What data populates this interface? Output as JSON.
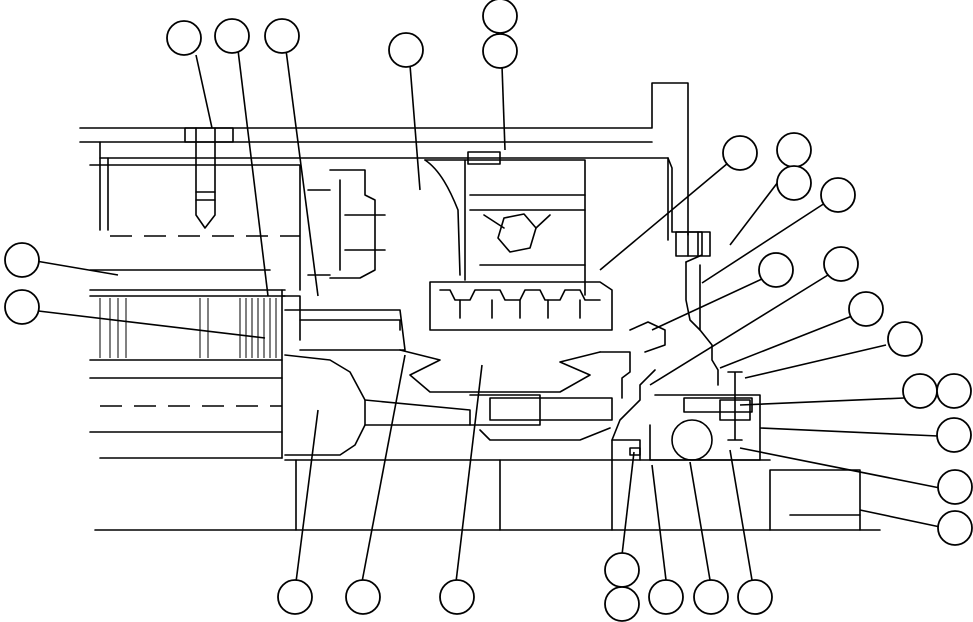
{
  "diagram": {
    "callouts": [
      {
        "id": "c1",
        "label": ""
      },
      {
        "id": "c2",
        "label": ""
      },
      {
        "id": "c3",
        "label": ""
      },
      {
        "id": "c4",
        "label": ""
      },
      {
        "id": "c5",
        "label": ""
      },
      {
        "id": "c6",
        "label": ""
      },
      {
        "id": "c7",
        "label": ""
      },
      {
        "id": "c8",
        "label": ""
      },
      {
        "id": "c9",
        "label": ""
      },
      {
        "id": "c10",
        "label": ""
      },
      {
        "id": "c11",
        "label": ""
      },
      {
        "id": "c12",
        "label": ""
      },
      {
        "id": "c13",
        "label": ""
      },
      {
        "id": "c14",
        "label": ""
      },
      {
        "id": "c15",
        "label": ""
      },
      {
        "id": "c16",
        "label": ""
      },
      {
        "id": "c17",
        "label": ""
      },
      {
        "id": "c18",
        "label": ""
      },
      {
        "id": "c19",
        "label": ""
      },
      {
        "id": "c20",
        "label": ""
      },
      {
        "id": "c21",
        "label": ""
      },
      {
        "id": "c22",
        "label": ""
      },
      {
        "id": "c23",
        "label": ""
      },
      {
        "id": "c24",
        "label": ""
      },
      {
        "id": "c25",
        "label": ""
      },
      {
        "id": "c26",
        "label": ""
      },
      {
        "id": "c27",
        "label": ""
      },
      {
        "id": "c28",
        "label": ""
      },
      {
        "id": "c29",
        "label": ""
      },
      {
        "id": "c30",
        "label": ""
      },
      {
        "id": "c31",
        "label": ""
      }
    ]
  }
}
